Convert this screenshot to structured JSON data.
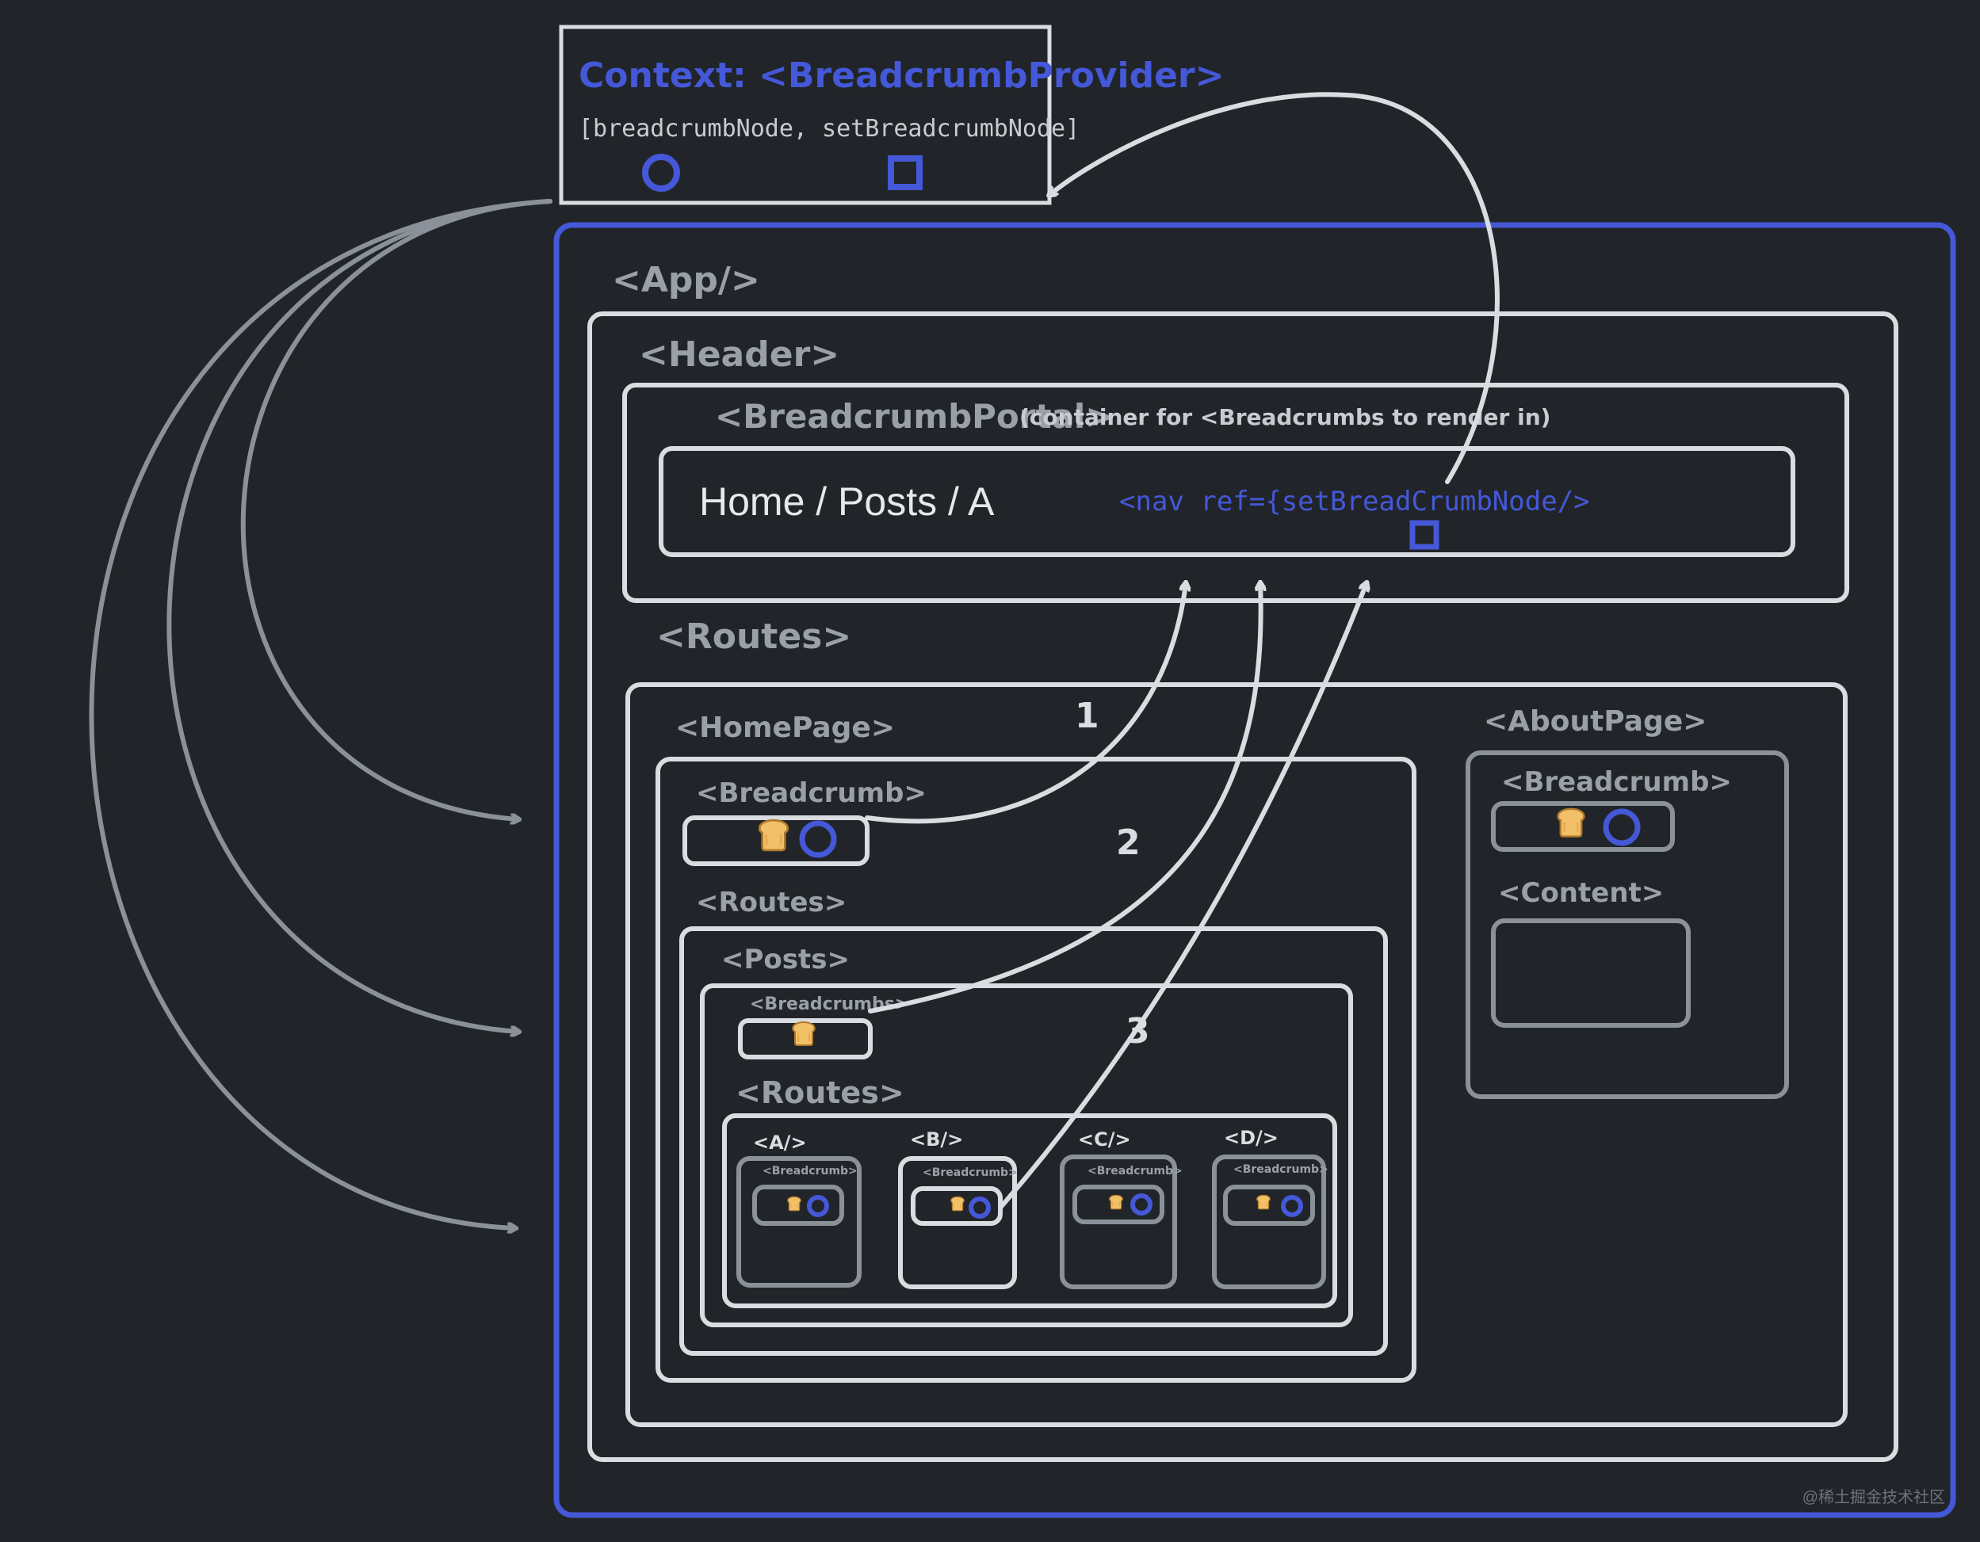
{
  "colors": {
    "background": "#212529",
    "blue": "#4458d8",
    "white_stroke": "#d9dce0",
    "gray_stroke": "#8a9199",
    "label_gray": "#9aa0a7",
    "emoji_bread": "#f3c06a"
  },
  "context": {
    "title": "Context: <BreadcrumbProvider>",
    "state": "[breadcrumbNode, setBreadcrumbNode]"
  },
  "app": {
    "label": "<App/>",
    "header": {
      "label": "<Header>",
      "portal": {
        "label": "<BreadcrumbPortal>",
        "note": "(container for <Breadcrumbs to render in)",
        "breadcrumb_text": "Home / Posts / A",
        "nav_code": "<nav ref={setBreadCrumbNode/>"
      }
    },
    "routes": {
      "label": "<Routes>",
      "homepage": {
        "label": "<HomePage>",
        "breadcrumb_label": "<Breadcrumb>",
        "routes_label": "<Routes>",
        "posts": {
          "label": "<Posts>",
          "breadcrumbs_label": "<Breadcrumbs>",
          "routes_label": "<Routes>",
          "children": [
            {
              "label": "<A/>",
              "breadcrumb_label": "<Breadcrumb>"
            },
            {
              "label": "<B/>",
              "breadcrumb_label": "<Breadcrumb>"
            },
            {
              "label": "<C/>",
              "breadcrumb_label": "<Breadcrumb>"
            },
            {
              "label": "<D/>",
              "breadcrumb_label": "<Breadcrumb>"
            }
          ]
        }
      },
      "aboutpage": {
        "label": "<AboutPage>",
        "breadcrumb_label": "<Breadcrumb>",
        "content_label": "<Content>"
      }
    }
  },
  "steps": [
    "1",
    "2",
    "3"
  ],
  "watermark": "@稀土掘金技术社区",
  "icons": {
    "bread": "bread-emoji-icon",
    "circle": "breadcrumb-node-circle-icon",
    "square": "set-breadcrumb-node-square-icon"
  }
}
